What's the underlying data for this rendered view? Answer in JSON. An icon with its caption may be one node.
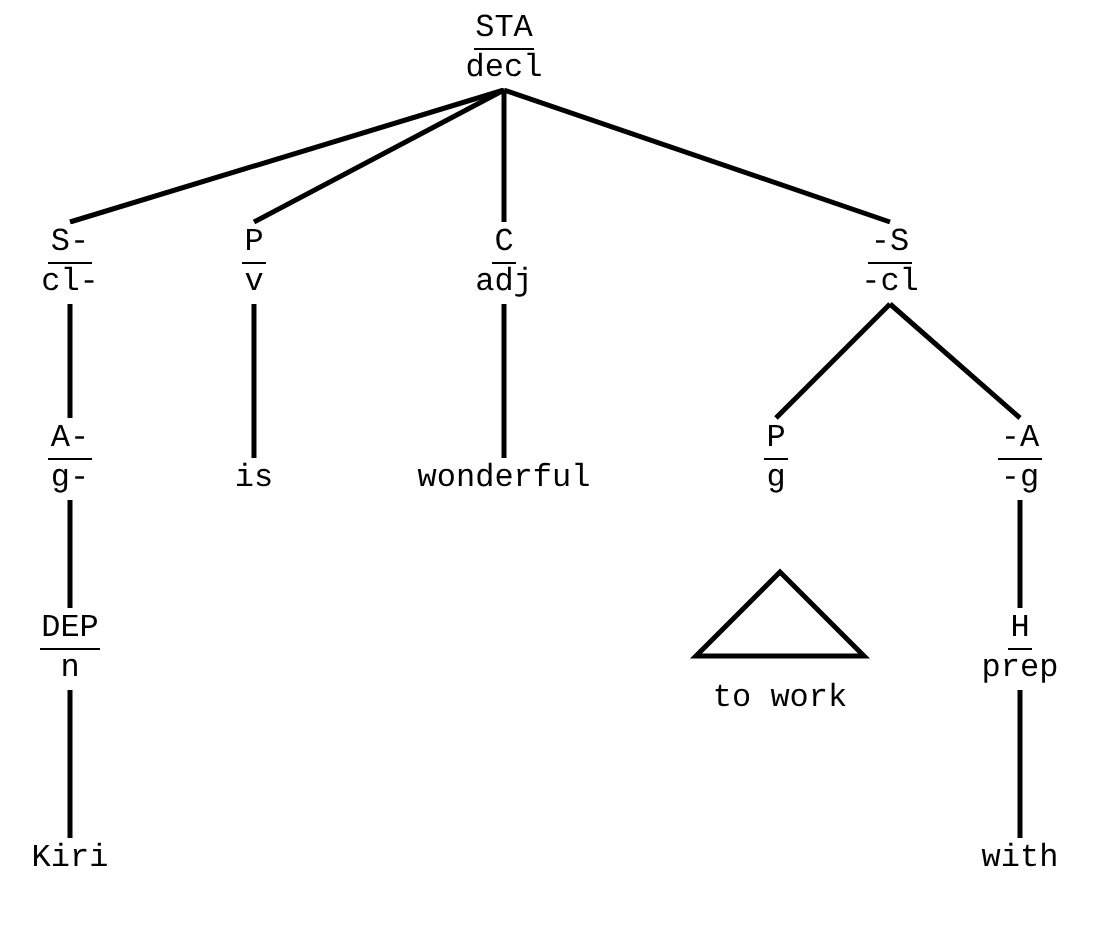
{
  "diagram": {
    "nodes": [
      {
        "text": [
          "STA",
          "decl"
        ]
      },
      {
        "text": [
          "S-",
          "cl-"
        ]
      },
      {
        "text": [
          "P",
          "v"
        ]
      },
      {
        "text": [
          "C",
          "adj"
        ]
      },
      {
        "text": [
          "-S",
          "-cl"
        ]
      },
      {
        "text": [
          "A-",
          "g-"
        ]
      },
      {
        "text": [
          "is"
        ]
      },
      {
        "text": [
          "wonderful"
        ]
      },
      {
        "text": [
          "P",
          "g"
        ]
      },
      {
        "text": [
          "-A",
          "-g"
        ]
      },
      {
        "text": [
          "DEP",
          "n"
        ]
      },
      {
        "text": [
          "to work"
        ]
      },
      {
        "text": [
          "H",
          "prep"
        ]
      },
      {
        "text": [
          "Kiri"
        ]
      },
      {
        "text": [
          "with"
        ]
      }
    ],
    "edges": [
      {
        "from": 0,
        "to": 1,
        "arrow": "none"
      },
      {
        "from": 0,
        "to": 2,
        "arrow": "none"
      },
      {
        "from": 0,
        "to": 3,
        "arrow": "none"
      },
      {
        "from": 0,
        "to": 4,
        "arrow": "none"
      },
      {
        "from": 1,
        "to": 5,
        "arrow": "none"
      },
      {
        "from": 2,
        "to": 6,
        "arrow": "none"
      },
      {
        "from": 3,
        "to": 7,
        "arrow": "none"
      },
      {
        "from": 4,
        "to": 8,
        "arrow": "none"
      },
      {
        "from": 4,
        "to": 9,
        "arrow": "none"
      },
      {
        "from": 5,
        "to": 10,
        "arrow": "none"
      },
      {
        "from": 8,
        "to": 11,
        "arrow": "none"
      },
      {
        "from": 9,
        "to": 12,
        "arrow": "none"
      },
      {
        "from": 10,
        "to": 13,
        "arrow": "none"
      },
      {
        "from": 12,
        "to": 14,
        "arrow": "none"
      }
    ]
  }
}
